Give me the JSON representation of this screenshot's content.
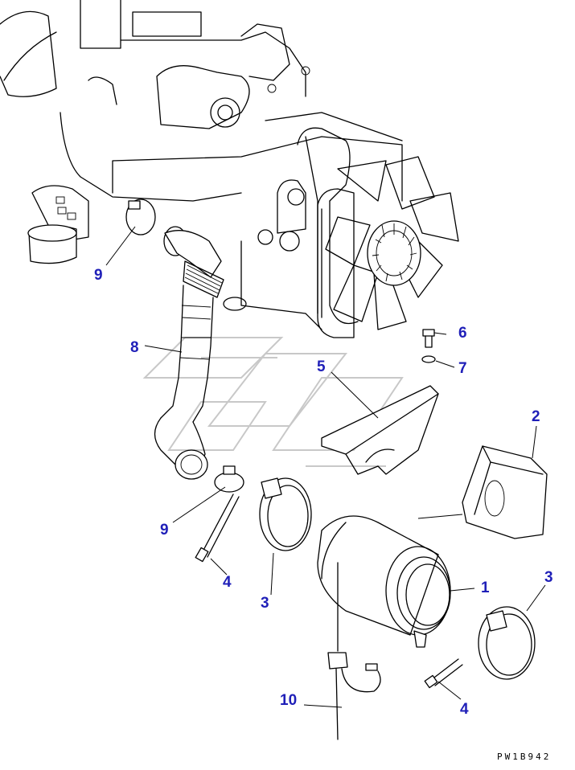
{
  "diagram": {
    "callouts": [
      {
        "id": "9-upper",
        "label": "9"
      },
      {
        "id": "8",
        "label": "8"
      },
      {
        "id": "6",
        "label": "6"
      },
      {
        "id": "7",
        "label": "7"
      },
      {
        "id": "5",
        "label": "5"
      },
      {
        "id": "2",
        "label": "2"
      },
      {
        "id": "9-lower",
        "label": "9"
      },
      {
        "id": "1",
        "label": "1"
      },
      {
        "id": "3-left",
        "label": "3"
      },
      {
        "id": "3-right",
        "label": "3"
      },
      {
        "id": "4-left",
        "label": "4"
      },
      {
        "id": "4-right",
        "label": "4"
      },
      {
        "id": "10",
        "label": "10"
      }
    ],
    "drawing_code": "PW1B942"
  }
}
